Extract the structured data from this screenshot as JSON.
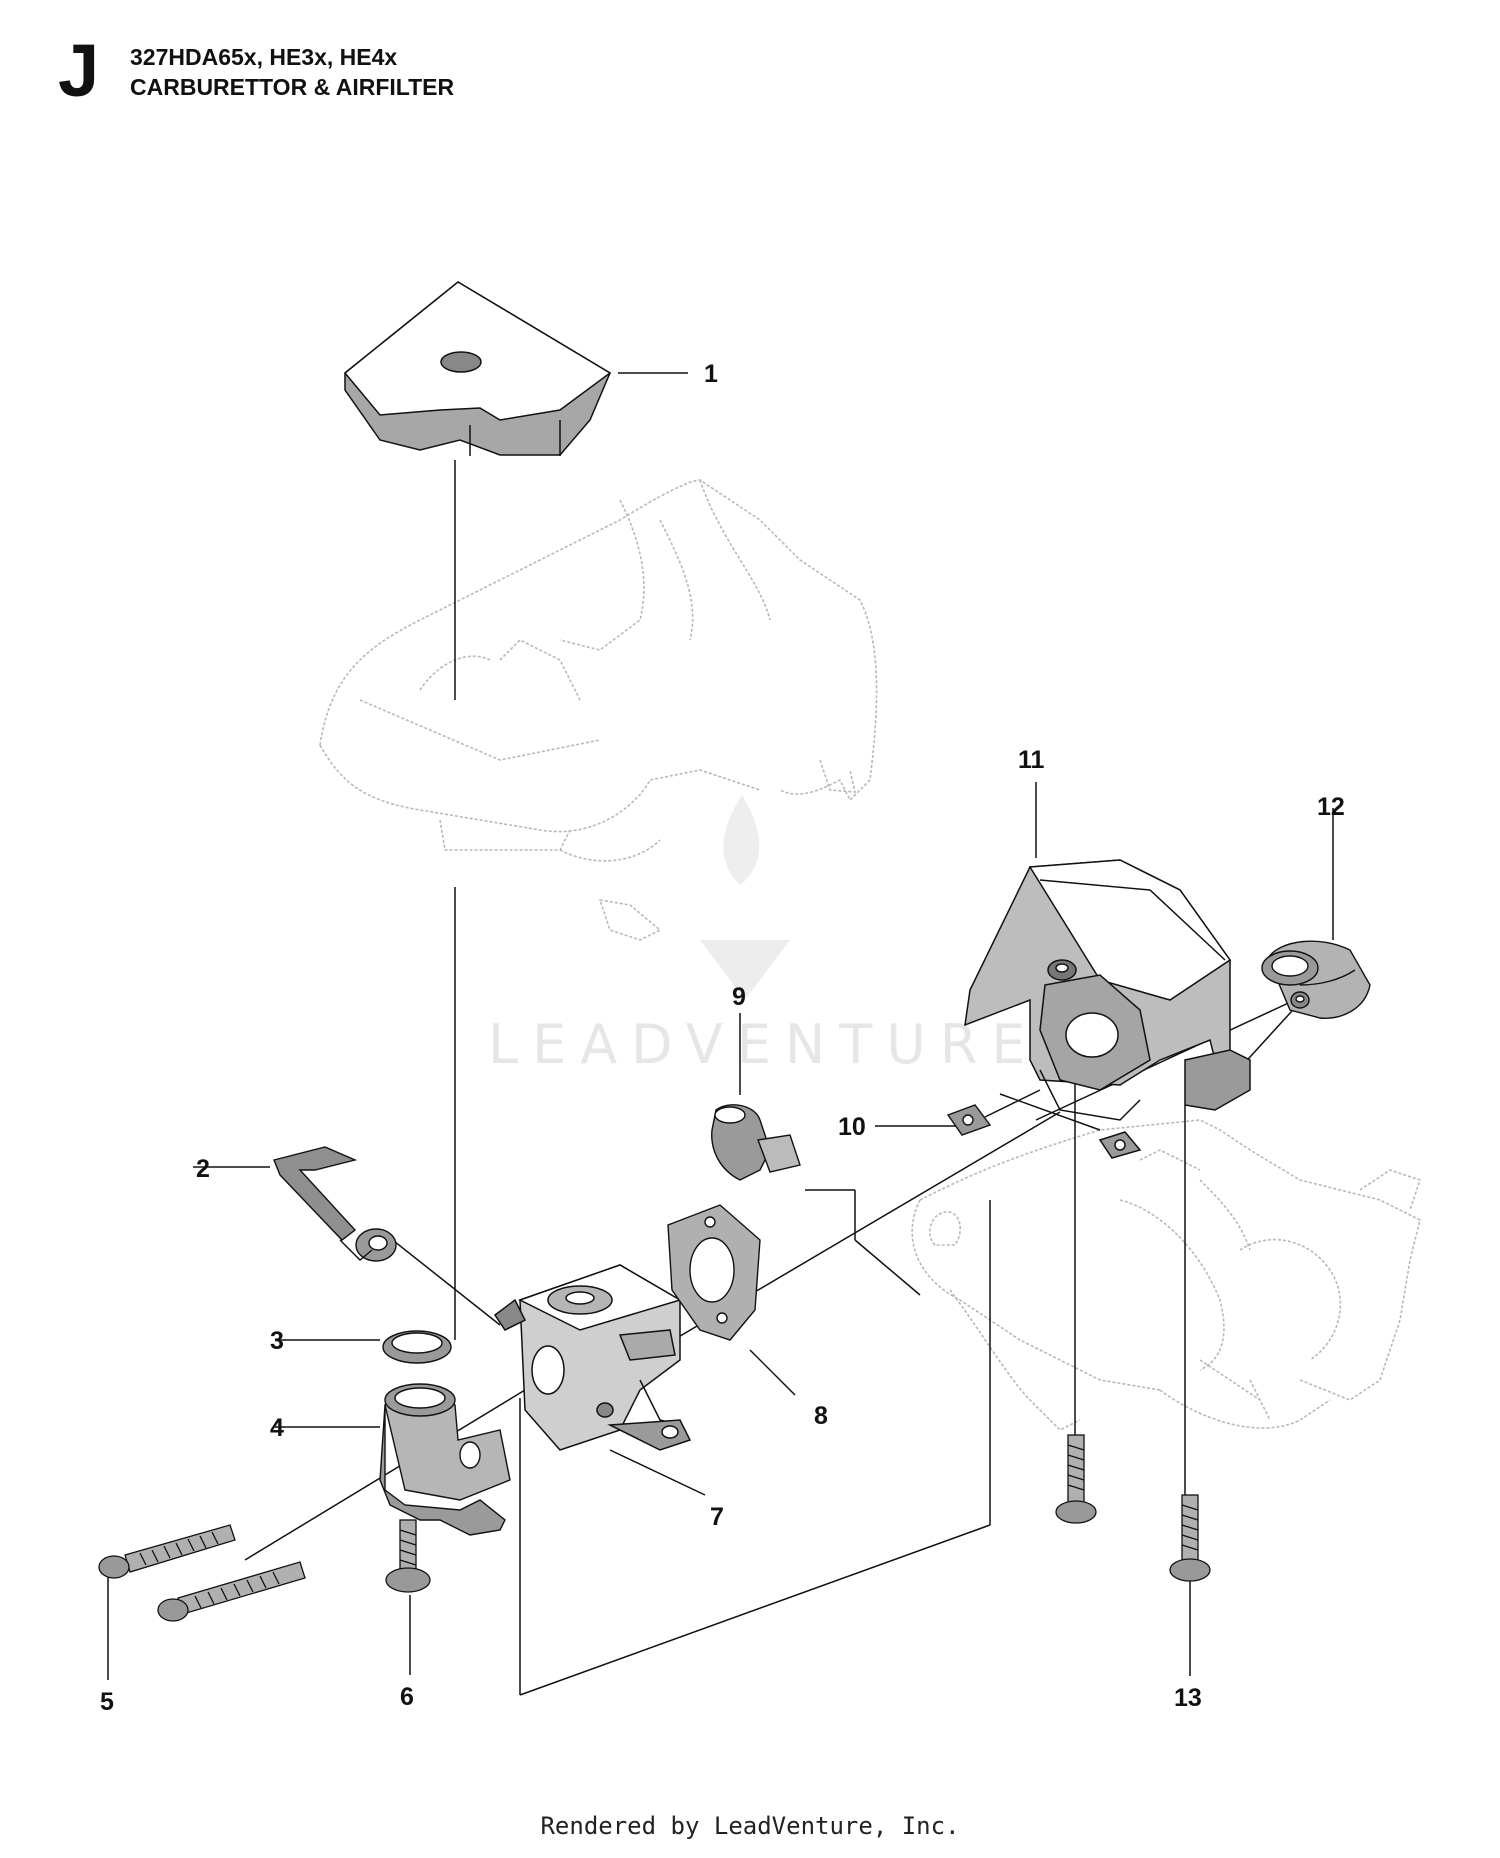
{
  "header": {
    "section_letter": "J",
    "model": "327HDA65x, HE3x, HE4x",
    "title": "CARBURETTOR & AIRFILTER"
  },
  "watermark": {
    "text": "LEADVENTURE"
  },
  "callouts": [
    "1",
    "2",
    "3",
    "4",
    "5",
    "6",
    "7",
    "8",
    "9",
    "10",
    "11",
    "12",
    "13"
  ],
  "footer": {
    "text": "Rendered by LeadVenture, Inc."
  },
  "colors": {
    "line": "#111111",
    "ghost": "#b5b5b5",
    "part_fill": "#9a9a9a",
    "watermark": "#e4e4e4"
  }
}
